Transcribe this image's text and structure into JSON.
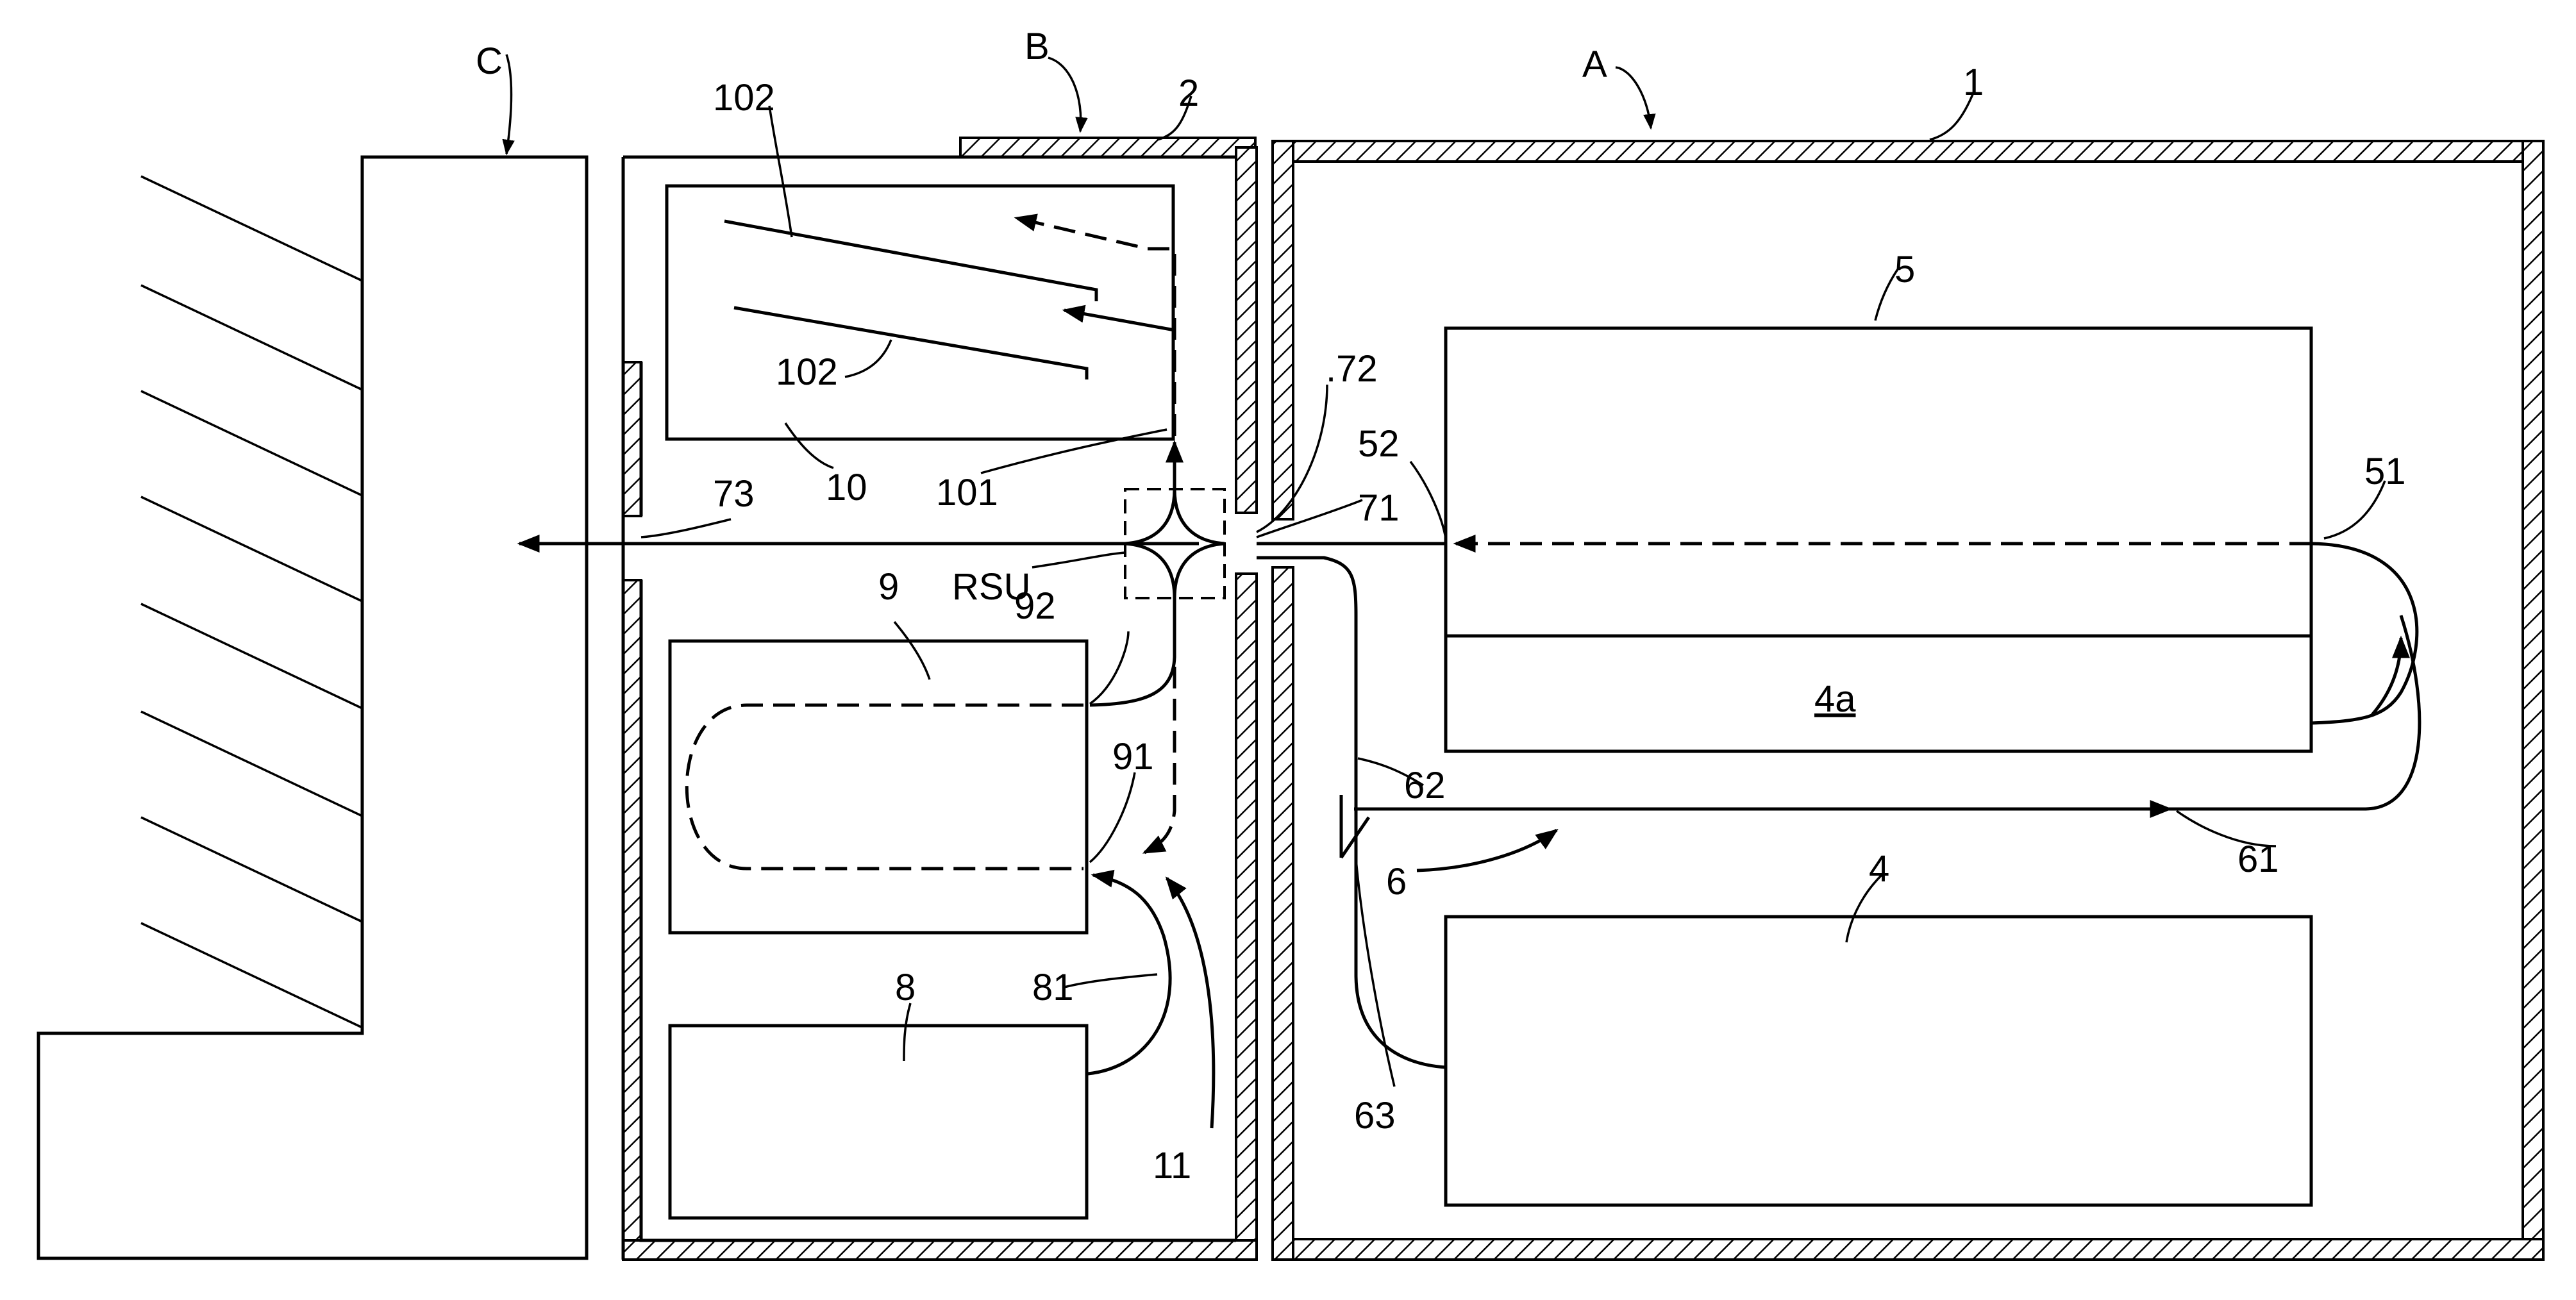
{
  "labels": {
    "A": "A",
    "B": "B",
    "C": "C",
    "n1": "1",
    "n2": "2",
    "n4": "4",
    "n4a": "4a",
    "n5": "5",
    "n6": "6",
    "n8": "8",
    "n9": "9",
    "n10": "10",
    "n11": "11",
    "n51": "51",
    "n52": "52",
    "n61": "61",
    "n62": "62",
    "n63": "63",
    "n71": "71",
    "n72": ".72",
    "n73": "73",
    "n81": "81",
    "n91": "91",
    "n92": "92",
    "n101": "101",
    "n102a": "102",
    "n102b": "102",
    "rsu": "RSU"
  },
  "colors": {
    "line": "#000000",
    "background": "#ffffff"
  }
}
